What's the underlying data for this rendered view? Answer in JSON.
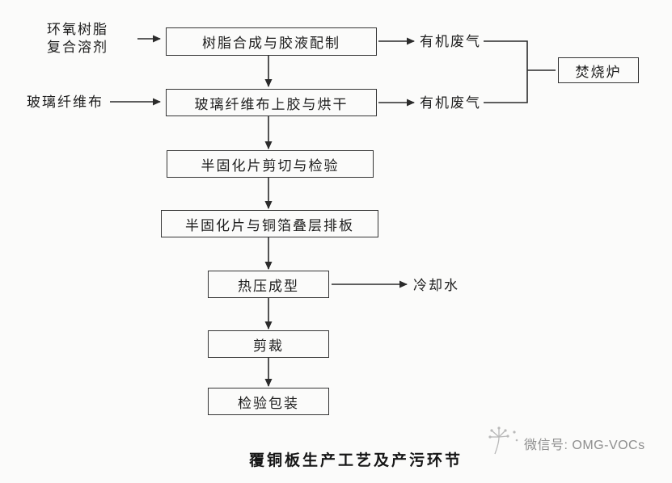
{
  "flowchart": {
    "caption": "覆铜板生产工艺及产污环节",
    "inputs": {
      "epoxy_line1": "环氧树脂",
      "epoxy_line2": "复合溶剂",
      "glass_fiber_cloth": "玻璃纤维布"
    },
    "process": {
      "resin_synthesis": "树脂合成与胶液配制",
      "cloth_gluing_drying": "玻璃纤维布上胶与烘干",
      "prepreg_cut_inspect": "半固化片剪切与检验",
      "prepreg_copper_lamination": "半固化片与铜箔叠层排板",
      "hot_press": "热压成型",
      "trimming": "剪裁",
      "inspect_packaging": "检验包装"
    },
    "emissions": {
      "organic_waste_gas_1": "有机废气",
      "organic_waste_gas_2": "有机废气",
      "cooling_water": "冷却水"
    },
    "treatment": {
      "incinerator": "焚烧炉"
    },
    "colors": {
      "line": "#2b2b2b",
      "text": "#1c1c1c",
      "watermark": "#8e8e8e"
    }
  },
  "watermark": {
    "text": "微信号: OMG-VOCs"
  }
}
